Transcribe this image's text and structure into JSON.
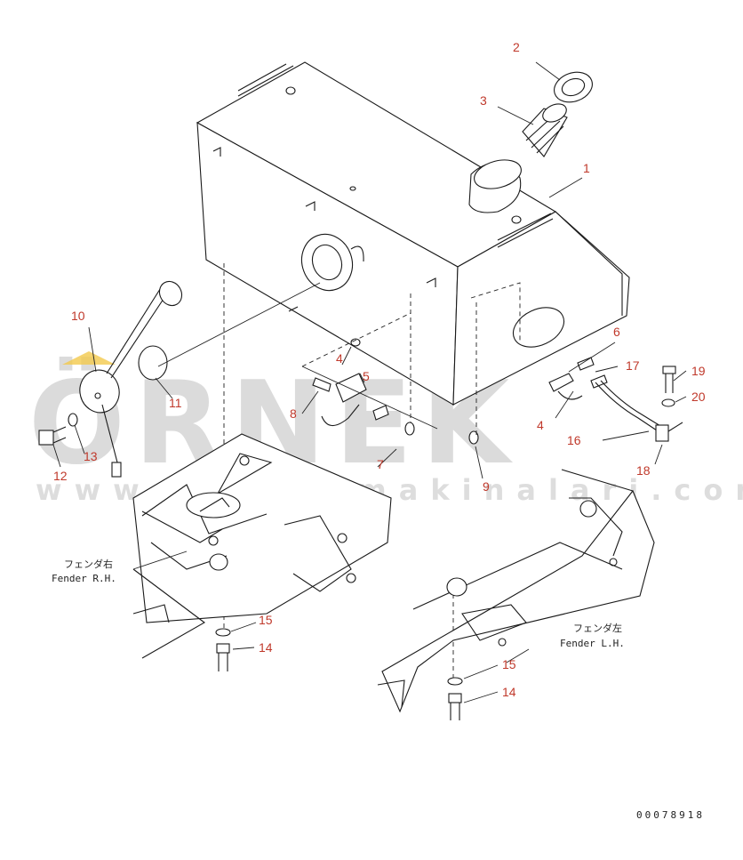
{
  "diagram_id": "00078918",
  "watermark": {
    "brand": "ÖRNEK",
    "url": "www.orneksmakinalari.com.tr",
    "accent_color": "#f2c94c"
  },
  "labels": {
    "fender_rh_jp": "フェンダ右",
    "fender_rh_en": "Fender R.H.",
    "fender_lh_jp": "フェンダ左",
    "fender_lh_en": "Fender L.H."
  },
  "callouts": {
    "c1": "1",
    "c2": "2",
    "c3": "3",
    "c4a": "4",
    "c4b": "4",
    "c5": "5",
    "c6": "6",
    "c7": "7",
    "c8": "8",
    "c9": "9",
    "c10": "10",
    "c11": "11",
    "c12": "12",
    "c13": "13",
    "c14a": "14",
    "c14b": "14",
    "c15a": "15",
    "c15b": "15",
    "c16": "16",
    "c17": "17",
    "c18": "18",
    "c19": "19",
    "c20": "20"
  },
  "colors": {
    "callout": "#c0392b",
    "line": "#1a1a1a"
  }
}
